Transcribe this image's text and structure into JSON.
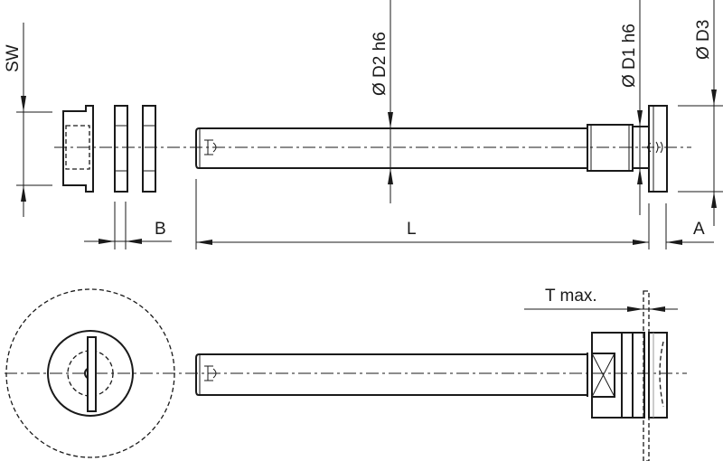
{
  "drawing": {
    "labels": {
      "sw": "SW",
      "b": "B",
      "d2": "Ø D2 h6",
      "d1": "Ø D1 h6",
      "d3": "Ø D3",
      "l": "L",
      "a": "A",
      "t_max": "T max."
    }
  }
}
